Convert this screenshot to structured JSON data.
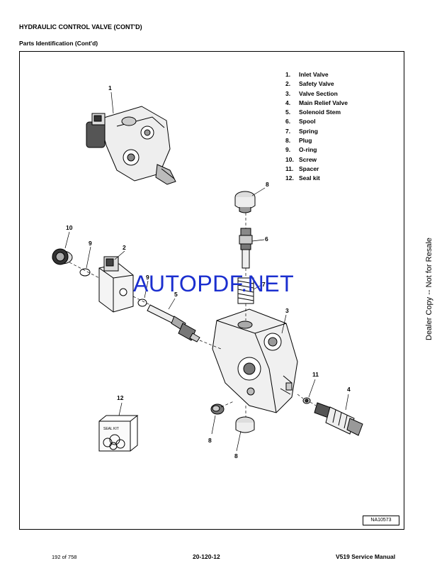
{
  "header": {
    "section_title": "HYDRAULIC CONTROL VALVE (CONT'D)",
    "subtitle": "Parts Identification (Cont'd)"
  },
  "legend": [
    {
      "num": "1.",
      "label": "Inlet Valve"
    },
    {
      "num": "2.",
      "label": "Safety Valve"
    },
    {
      "num": "3.",
      "label": "Valve Section"
    },
    {
      "num": "4.",
      "label": "Main Relief Valve"
    },
    {
      "num": "5.",
      "label": "Solenoid Stem"
    },
    {
      "num": "6.",
      "label": "Spool"
    },
    {
      "num": "7.",
      "label": "Spring"
    },
    {
      "num": "8.",
      "label": "Plug"
    },
    {
      "num": "9.",
      "label": "O-ring"
    },
    {
      "num": "10.",
      "label": "Screw"
    },
    {
      "num": "11.",
      "label": "Spacer"
    },
    {
      "num": "12.",
      "label": "Seal kit"
    }
  ],
  "callouts": {
    "c1": "1",
    "c2": "2",
    "c3": "3",
    "c4": "4",
    "c5": "5",
    "c6": "6",
    "c7": "7",
    "c8a": "8",
    "c8b": "8",
    "c8c": "8",
    "c9a": "9",
    "c9b": "9",
    "c10": "10",
    "c11": "11",
    "c12": "12"
  },
  "seal_kit_label": "SEAL KIT",
  "figure_code": "NA10573",
  "watermark": "AUTOPDF.NET",
  "side_note": "Dealer Copy -- Not for Resale",
  "footer": {
    "page_of": "192 of 758",
    "section_page": "20-120-12",
    "manual": "V519 Service Manual"
  }
}
